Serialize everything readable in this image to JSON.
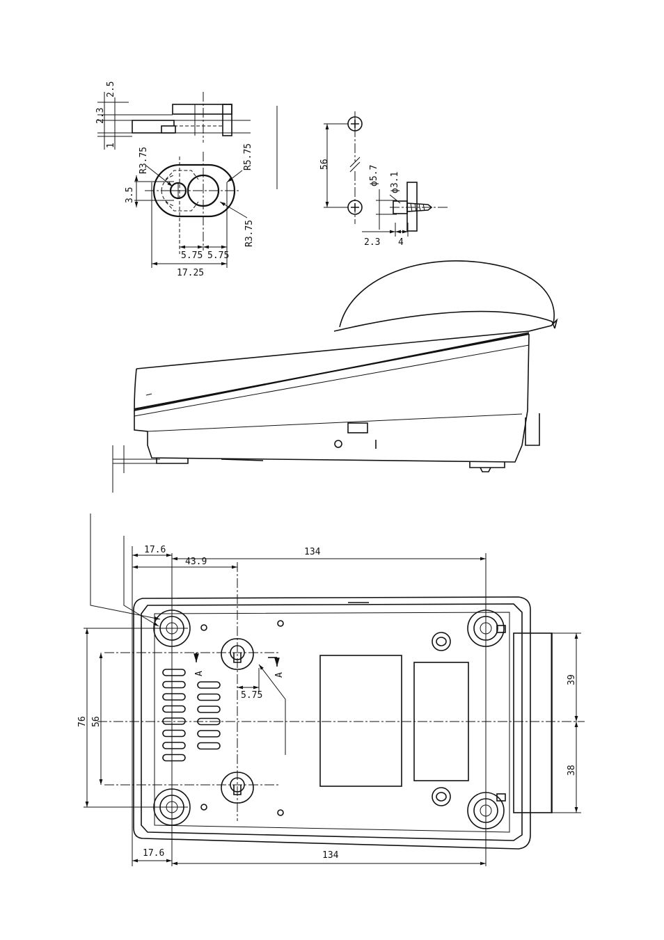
{
  "detail_section": {
    "dims": {
      "d_2_5": "2.5",
      "d_2_3": "2.3",
      "d_1": "1",
      "d_3_5": "3.5",
      "r_3_75_top": "R3.75",
      "r_5_75": "R5.75",
      "r_3_75_bottom": "R3.75",
      "d_5_75_left": "5.75",
      "d_5_75_right": "5.75",
      "d_17_25": "17.25"
    }
  },
  "screw_detail": {
    "dims": {
      "d_56": "56",
      "phi_5_7": "ϕ5.7",
      "phi_3_1": "ϕ3.1",
      "d_2_3": "2.3",
      "d_4": "4"
    }
  },
  "bottom_view": {
    "dims": {
      "d_17_6_top": "17.6",
      "d_43_9": "43.9",
      "d_134_top": "134",
      "d_5_75": "5.75",
      "d_76": "76",
      "d_56": "56",
      "d_39": "39",
      "d_38": "38",
      "d_17_6_bottom": "17.6",
      "d_134_bottom": "134",
      "section_mark_a_left": "A",
      "section_mark_a_right": "A"
    }
  }
}
